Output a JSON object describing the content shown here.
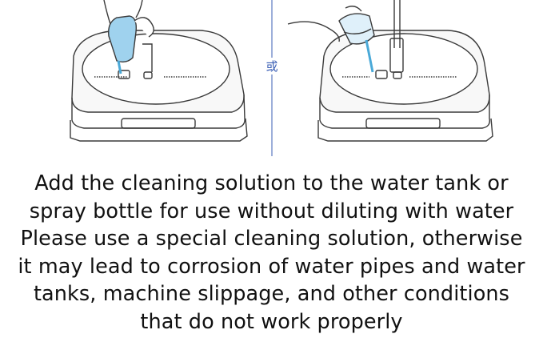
{
  "illustration": {
    "separator_label": "或",
    "left_panel": "pouring-bottle-into-tank",
    "right_panel": "pouring-cup-into-tank",
    "colors": {
      "line": "#3a3a3a",
      "liquid": "#4aa9d8",
      "separator": "#3b5fb5"
    }
  },
  "instructions": {
    "lines": [
      "Add the cleaning solution to the water tank or",
      "spray bottle for use without diluting with water",
      "Please use a special cleaning solution, otherwise",
      "it may lead to corrosion of water pipes and water",
      "tanks, machine slippage, and other conditions",
      "that do not work properly"
    ]
  }
}
